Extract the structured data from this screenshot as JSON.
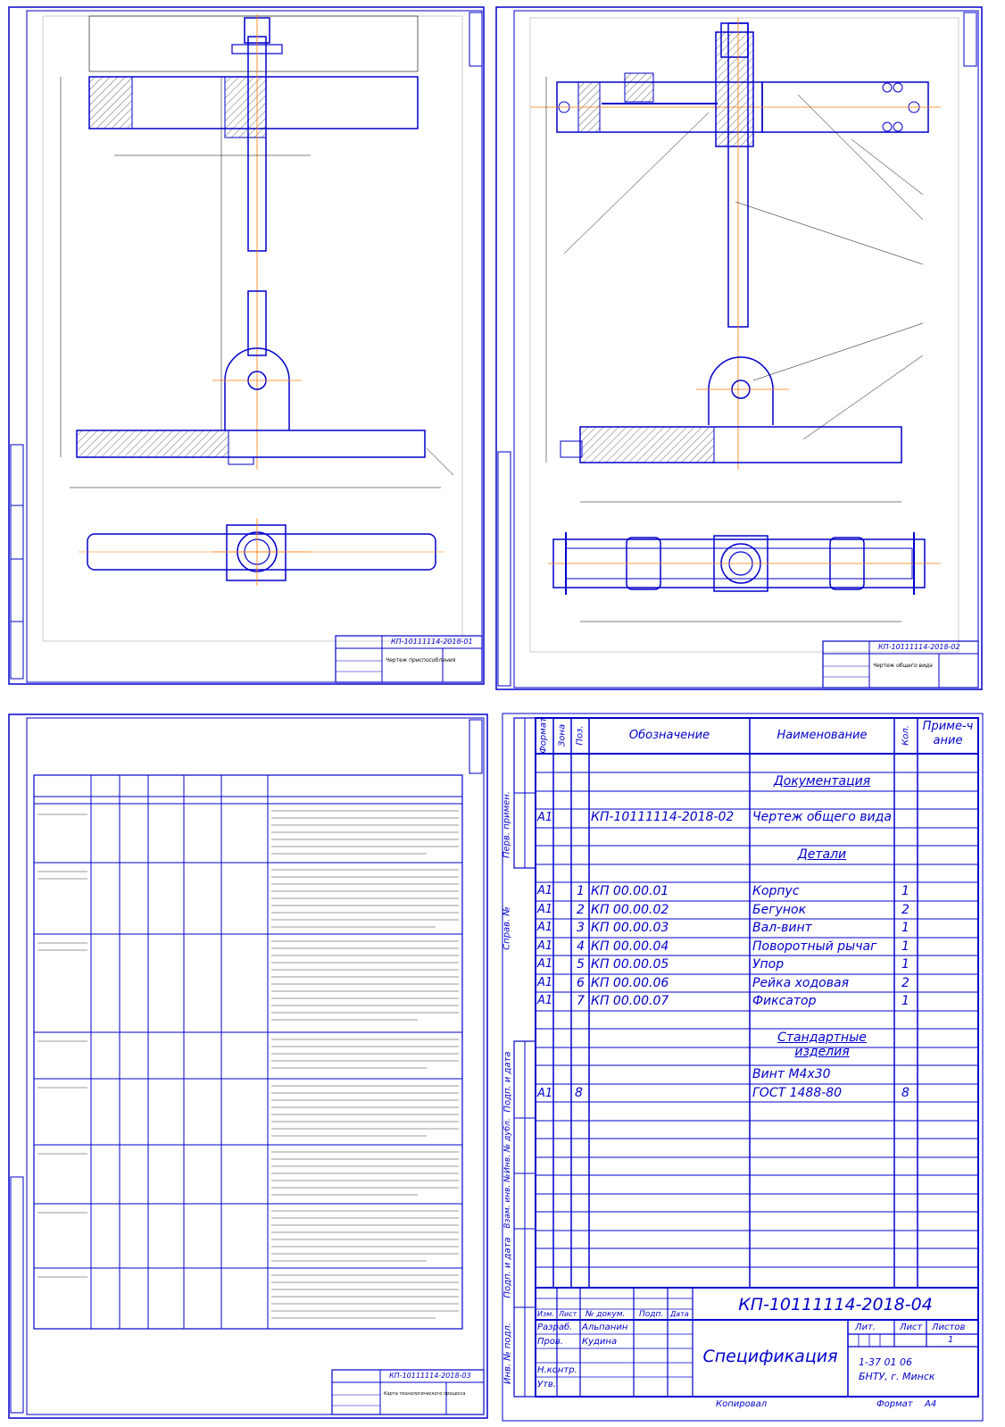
{
  "sheet1": {
    "code": "КП-10111114-2018-01",
    "title_small": "Чертеж приспособления"
  },
  "sheet2": {
    "code": "КП-10111114-2018-02",
    "title_small": "Чертеж общего вида"
  },
  "sheet3": {
    "code": "КП-10111114-2018-03",
    "title_small": "Карта технологического процесса"
  },
  "sheet4": {
    "headers": {
      "format": "Формат",
      "zone": "Зона",
      "pos": "Поз.",
      "designation": "Обозначение",
      "name": "Наименование",
      "qty": "Кол.",
      "note": "Приме-чание"
    },
    "side_labels": [
      "Перв. примен.",
      "Справ. №",
      "Подп. и дата",
      "Инв. № дубл.",
      "Взам. инв. №",
      "Подп. и дата",
      "Инв. № подл."
    ],
    "sections": {
      "docs": "Документация",
      "parts": "Детали",
      "std": "Стандартные изделия"
    },
    "doc_row": {
      "format": "А1",
      "designation": "КП-10111114-2018-02",
      "name": "Чертеж общего вида"
    },
    "parts": [
      {
        "format": "А1",
        "pos": "1",
        "designation": "КП 00.00.01",
        "name": "Корпус",
        "qty": "1"
      },
      {
        "format": "А1",
        "pos": "2",
        "designation": "КП 00.00.02",
        "name": "Бегунок",
        "qty": "2"
      },
      {
        "format": "А1",
        "pos": "3",
        "designation": "КП 00.00.03",
        "name": "Вал-винт",
        "qty": "1"
      },
      {
        "format": "А1",
        "pos": "4",
        "designation": "КП 00.00.04",
        "name": "Поворотный рычаг",
        "qty": "1"
      },
      {
        "format": "А1",
        "pos": "5",
        "designation": "КП 00.00.05",
        "name": "Упор",
        "qty": "1"
      },
      {
        "format": "А1",
        "pos": "6",
        "designation": "КП 00.00.06",
        "name": "Рейка ходовая",
        "qty": "2"
      },
      {
        "format": "А1",
        "pos": "7",
        "designation": "КП 00.00.07",
        "name": "Фиксатор",
        "qty": "1"
      }
    ],
    "std_row1": {
      "name": "Винт М4х30"
    },
    "std_row2": {
      "format": "А1",
      "pos": "8",
      "name": "ГОСТ 1488-80",
      "qty": "8"
    },
    "stamp": {
      "code": "КП-10111114-2018-04",
      "title": "Спецификация",
      "izm": "Изм.",
      "list": "Лист",
      "ndoc": "№ докум.",
      "podp": "Подп.",
      "data": "Дата",
      "razrab": "Разраб.",
      "razrab_name": "Альпанин",
      "prov": "Пров.",
      "prov_name": "Кудина",
      "nkontr": "Н.контр.",
      "utv": "Утв.",
      "lit": "Лит.",
      "sheet": "Лист",
      "sheets": "Листов",
      "sheets_val": "1",
      "group": "1-37 01 06",
      "org": "БНТУ, г. Минск",
      "copied": "Копировал",
      "format": "Формат",
      "format_val": "А4"
    }
  },
  "colors": {
    "frame": "#0000cc",
    "axis": "#ff7a00",
    "leader": "#000000"
  }
}
